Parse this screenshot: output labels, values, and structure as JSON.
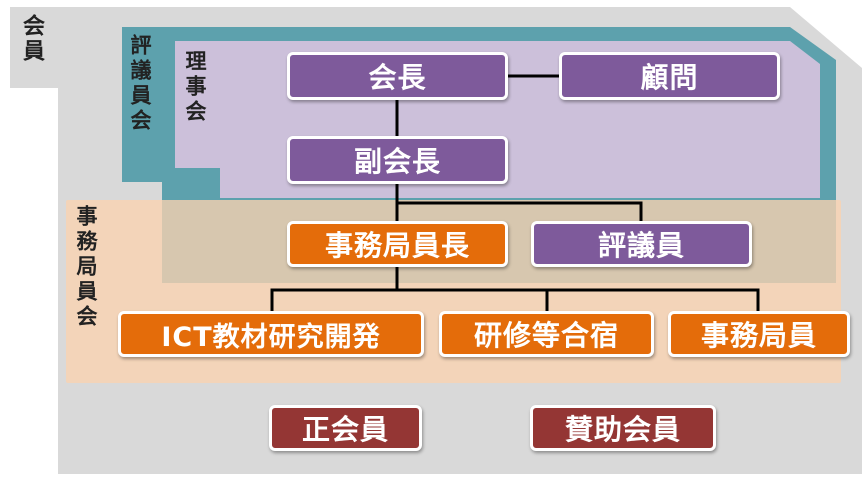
{
  "groups": {
    "members": "会員",
    "council": "評議員会",
    "board": "理事会",
    "secretariat": "事務局員会"
  },
  "nodes": {
    "president": "会長",
    "advisor": "顧問",
    "vice_president": "副会長",
    "secretariat_chief": "事務局員長",
    "councilor": "評議員",
    "ict": "ICT教材研究開発",
    "training": "研修等合宿",
    "secretariat_staff": "事務局員",
    "regular_member": "正会員",
    "supporting_member": "賛助会員"
  },
  "colors": {
    "members_bg": "#d9d9d9",
    "council_bg": "#4f9aa7",
    "board_bg": "#ccc0da",
    "secretariat_bg": "#f5d2b3",
    "officer": "#7e5a9b",
    "secretariat_node": "#e46c0a",
    "member_node": "#943634"
  }
}
